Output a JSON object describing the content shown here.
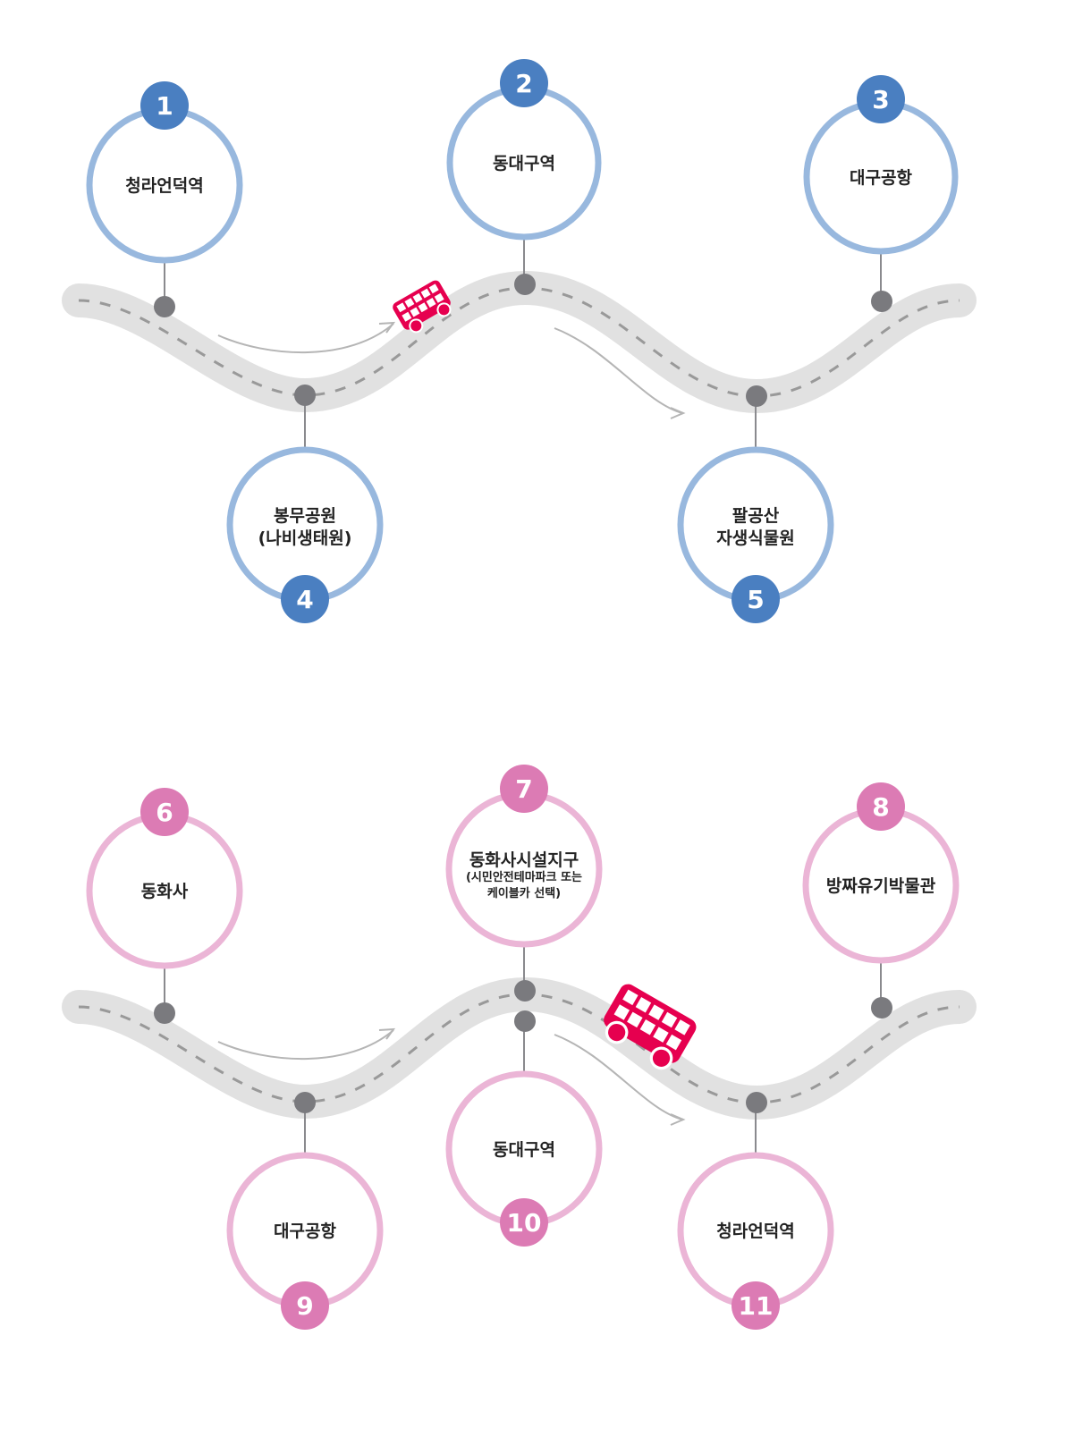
{
  "routes": [
    {
      "id": "route-1",
      "colors": {
        "ring": "#98b8de",
        "badge": "#4a7fc1"
      },
      "stops": [
        {
          "number": "1",
          "lines": [
            "청라언덕역"
          ]
        },
        {
          "number": "2",
          "lines": [
            "동대구역"
          ]
        },
        {
          "number": "3",
          "lines": [
            "대구공항"
          ]
        },
        {
          "number": "4",
          "lines": [
            "봉무공원",
            "(나비생태원)"
          ]
        },
        {
          "number": "5",
          "lines": [
            "팔공산",
            "자생식물원"
          ]
        }
      ]
    },
    {
      "id": "route-2",
      "colors": {
        "ring": "#ebb5d6",
        "badge": "#dc7bb4"
      },
      "stops": [
        {
          "number": "6",
          "lines": [
            "동화사"
          ]
        },
        {
          "number": "7",
          "lines": [
            "동화사시설지구"
          ],
          "sub_lines": [
            "(시민안전테마파크 또는",
            "케이블카 선택)"
          ]
        },
        {
          "number": "8",
          "lines": [
            "방짜유기박물관"
          ]
        },
        {
          "number": "9",
          "lines": [
            "대구공항"
          ]
        },
        {
          "number": "10",
          "lines": [
            "동대구역"
          ]
        },
        {
          "number": "11",
          "lines": [
            "청라언덕역"
          ]
        }
      ]
    }
  ],
  "theme": {
    "road": "#e1e1e1",
    "road_dash": "#999999",
    "node": "#7a7a7e",
    "connector": "#8a8a8e",
    "arrow": "#b5b5b5",
    "bus": "#e6004f"
  },
  "icons": {
    "vehicle": "double-decker-bus-icon",
    "direction": "curved-arrow-icon"
  }
}
